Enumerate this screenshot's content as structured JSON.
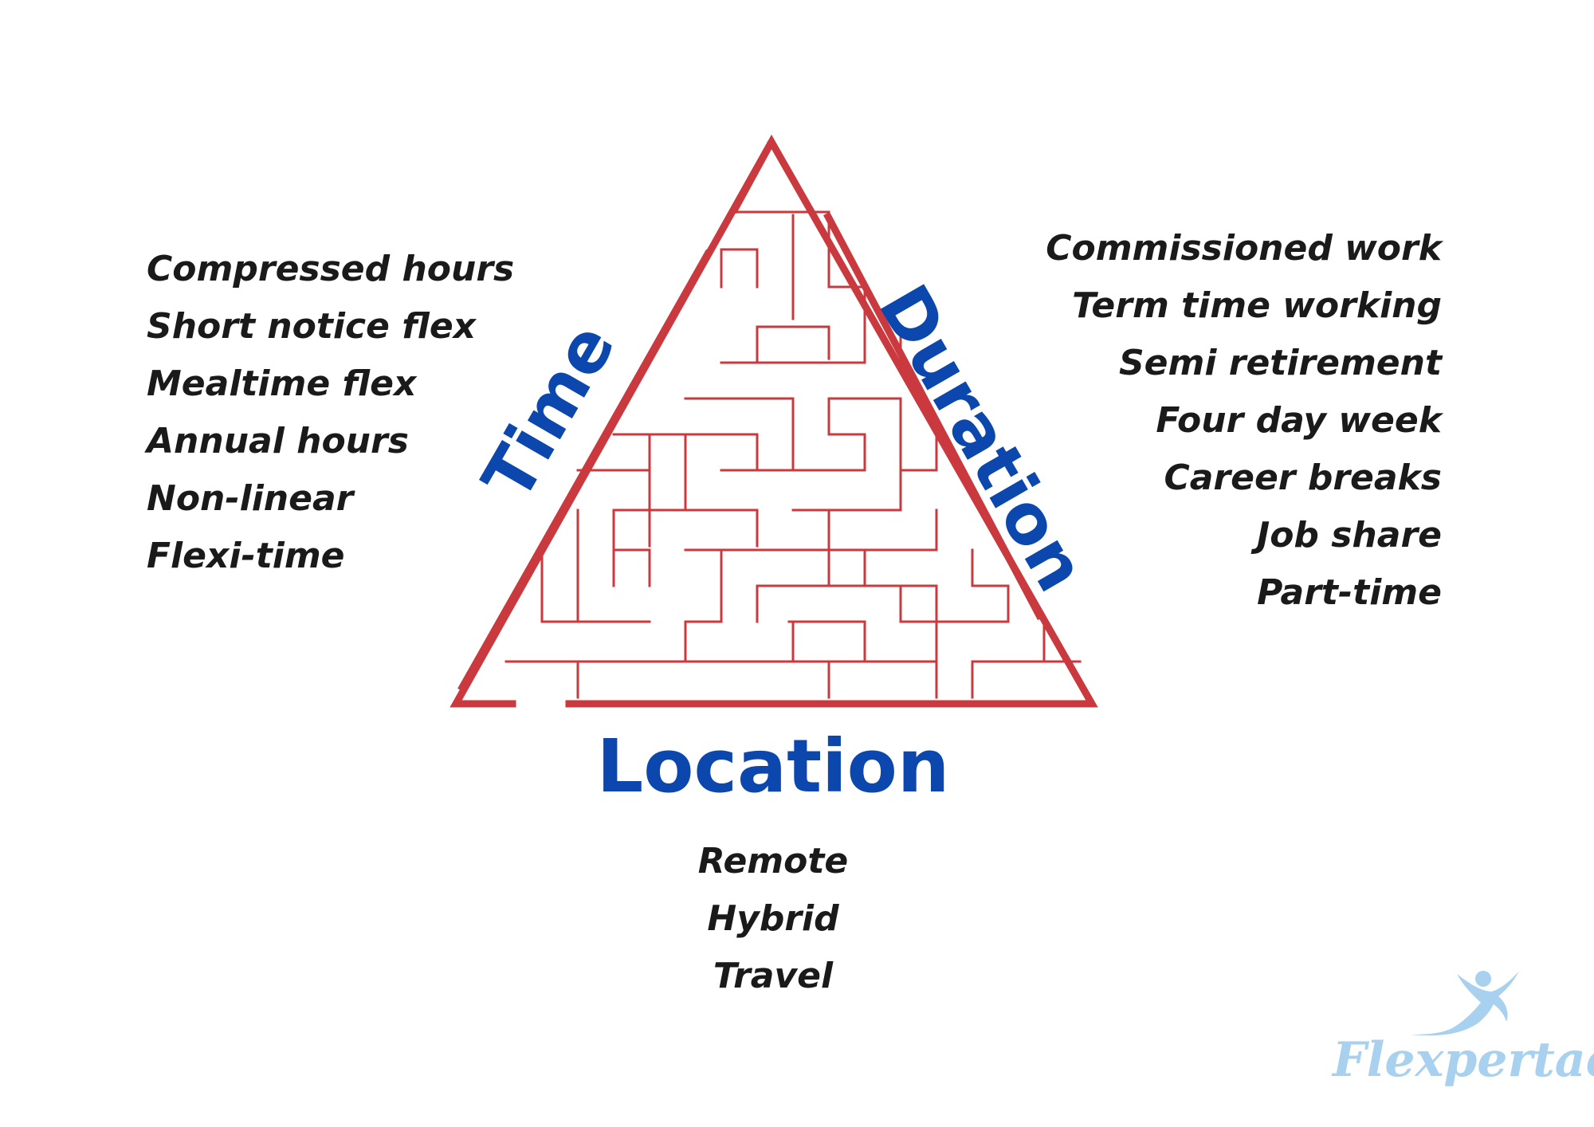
{
  "diagram": {
    "time_label": "Time",
    "duration_label": "Duration",
    "location_label": "Location",
    "time_items": [
      "Compressed hours",
      "Short notice flex",
      "Mealtime flex",
      "Annual hours",
      "Non-linear",
      "Flexi-time"
    ],
    "duration_items": [
      "Commissioned work",
      "Term time working",
      "Semi retirement",
      "Four day week",
      "Career breaks",
      "Job share",
      "Part-time"
    ],
    "location_items": [
      "Remote",
      "Hybrid",
      "Travel"
    ]
  },
  "branding": {
    "logo_text": "Flexpertae"
  },
  "colors": {
    "maze": "#c9393d",
    "label": "#0b47ad",
    "text": "#1a1a1a",
    "logo": "#a8d0ef"
  }
}
